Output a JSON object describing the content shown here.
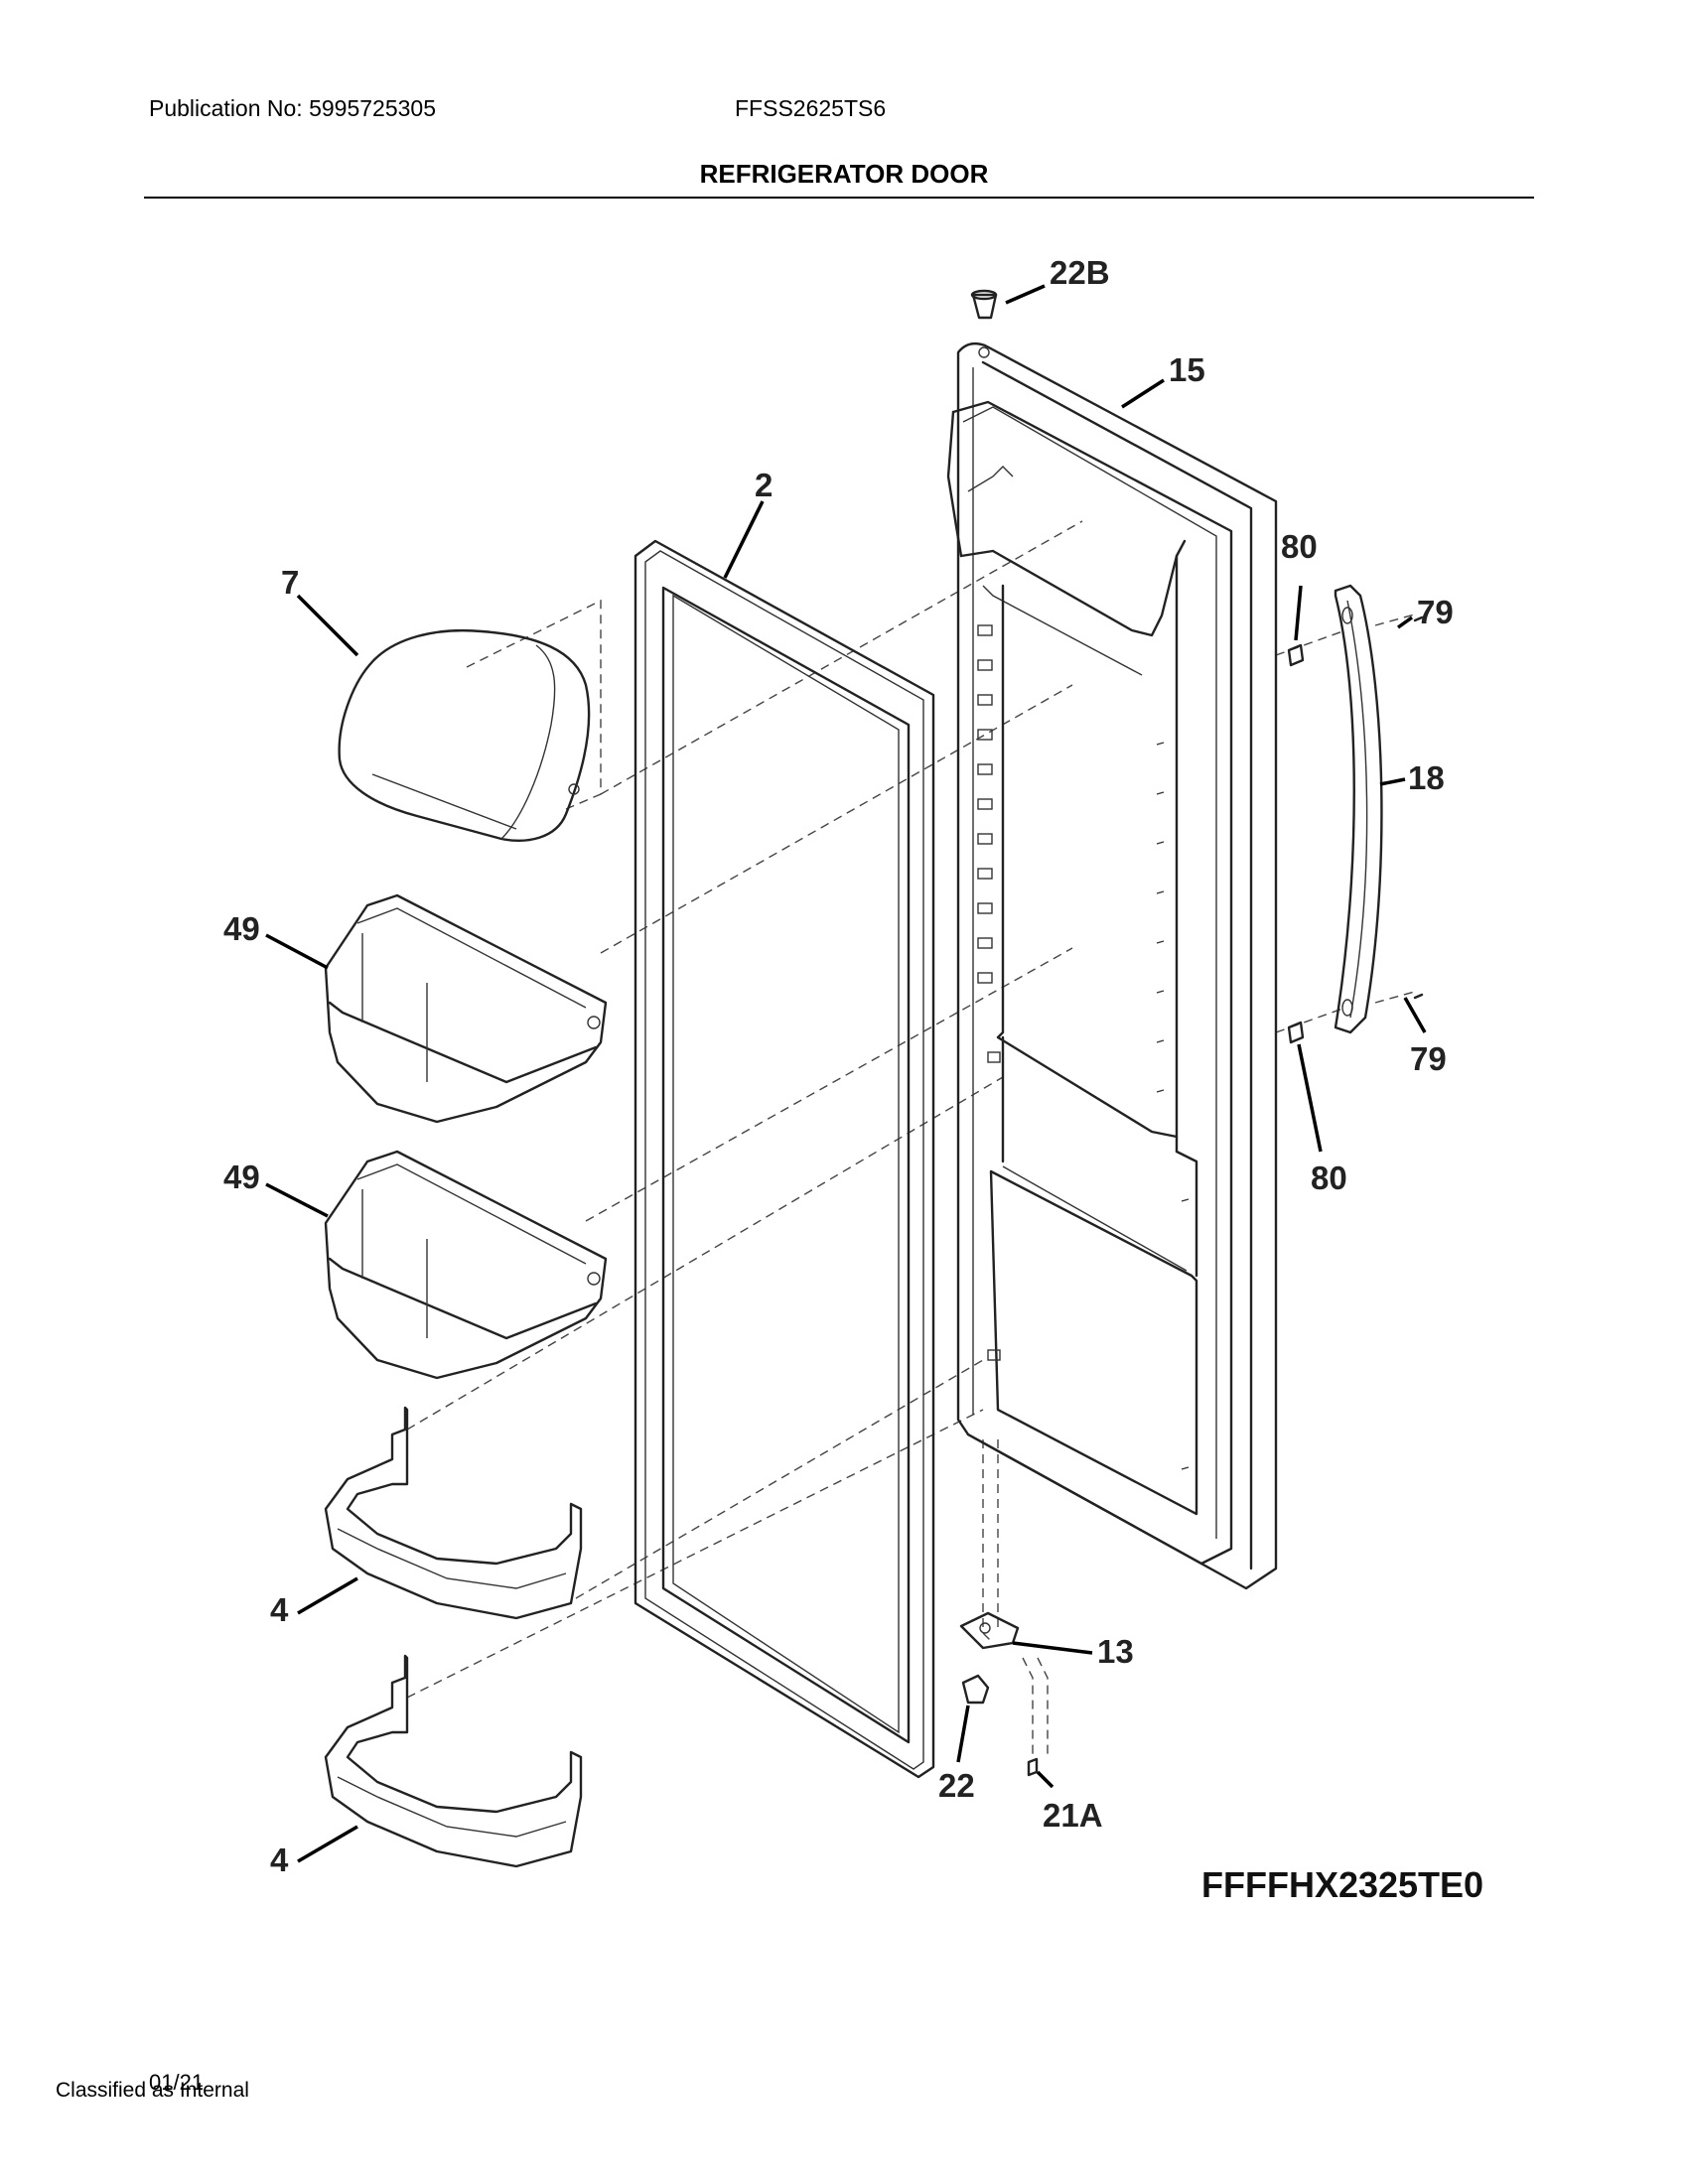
{
  "header": {
    "publication": "Publication No: 5995725305",
    "model": "FFSS2625TS6",
    "title": "REFRIGERATOR DOOR"
  },
  "callouts": {
    "c22b": "22B",
    "c15": "15",
    "c2": "2",
    "c7": "7",
    "c80a": "80",
    "c79a": "79",
    "c18": "18",
    "c49a": "49",
    "c49b": "49",
    "c79b": "79",
    "c80b": "80",
    "c13": "13",
    "c4a": "4",
    "c22": "22",
    "c21a": "21A",
    "c4b": "4"
  },
  "diagram_code": "FFFFHX2325TE0",
  "footer": {
    "date": "01/21",
    "classification": "Classified as Internal"
  }
}
